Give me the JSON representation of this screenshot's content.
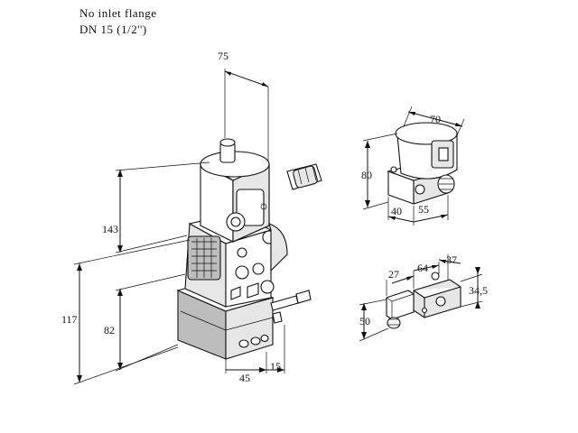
{
  "notes": {
    "line1": "No inlet flange",
    "line2": "DN 15 (1/2'')"
  },
  "dimensions": {
    "main_width_top": "75",
    "main_height_upper": "143",
    "main_height_lower": "82",
    "main_height_total": "117",
    "main_base_depth": "45",
    "main_base_offset": "15",
    "topright_width": "70",
    "topright_height": "80",
    "topright_depth_a": "40",
    "topright_depth_b": "55",
    "bottomright_a": "27",
    "bottomright_b": "64",
    "bottomright_c": "37",
    "bottomright_d": "34,5",
    "bottomright_height": "50"
  }
}
